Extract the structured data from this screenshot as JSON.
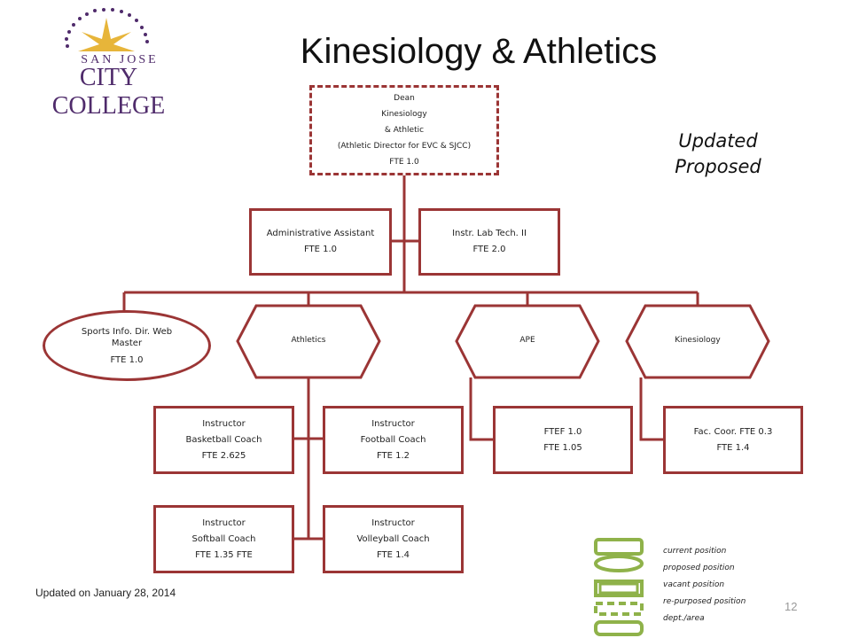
{
  "logo": {
    "line1": "SAN JOSE",
    "line2": "CITY COLLEGE"
  },
  "title": "Kinesiology & Athletics",
  "status": {
    "line1": "Updated",
    "line2": "Proposed"
  },
  "dean": {
    "lines": [
      "Dean",
      "Kinesiology",
      "& Athletic",
      "(Athletic Director for EVC & SJCC)",
      "FTE 1.0"
    ]
  },
  "admin_assistant": {
    "lines": [
      "Administrative Assistant",
      "FTE 1.0"
    ]
  },
  "lab_tech": {
    "lines": [
      "Instr. Lab Tech. II",
      "FTE 2.0"
    ]
  },
  "sports_info": {
    "lines": [
      "Sports Info. Dir. Web Master",
      "FTE 1.0"
    ]
  },
  "departments": {
    "athletics": "Athletics",
    "ape": "APE",
    "kinesiology": "Kinesiology"
  },
  "basketball": {
    "lines": [
      "Instructor",
      "Basketball Coach",
      "FTE 2.625"
    ]
  },
  "football": {
    "lines": [
      "Instructor",
      "Football Coach",
      "FTE 1.2"
    ]
  },
  "softball": {
    "lines": [
      "Instructor",
      "Softball Coach",
      "FTE 1.35 FTE"
    ]
  },
  "volleyball": {
    "lines": [
      "Instructor",
      "Volleyball Coach",
      "FTE 1.4"
    ]
  },
  "ape_box": {
    "lines": [
      "FTEF 1.0",
      "FTE 1.05"
    ]
  },
  "kin_box": {
    "lines": [
      "Fac. Coor. FTE 0.3",
      "FTE 1.4"
    ]
  },
  "legend": {
    "items": [
      "current position",
      "proposed position",
      "vacant position",
      "re-purposed position",
      "dept./area"
    ]
  },
  "footer": {
    "updated": "Updated on January 28, 2014",
    "page": "12"
  },
  "colors": {
    "box_border": "#9b3535",
    "legend_green": "#8fb24a",
    "logo_purple": "#4f2b6b",
    "logo_gold": "#e7b53a"
  }
}
